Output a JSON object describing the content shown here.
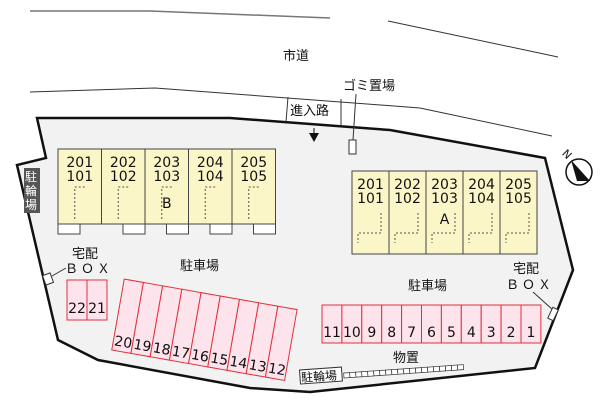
{
  "road_label": "市道",
  "entrance_label": "進入路",
  "garbage_label": "ゴミ置場",
  "compass_label": "N",
  "building_b": {
    "name": "B",
    "units": [
      [
        "201",
        "101"
      ],
      [
        "202",
        "102"
      ],
      [
        "203",
        "103"
      ],
      [
        "204",
        "104"
      ],
      [
        "205",
        "105"
      ]
    ]
  },
  "building_a": {
    "name": "A",
    "units": [
      [
        "201",
        "101"
      ],
      [
        "202",
        "102"
      ],
      [
        "203",
        "103"
      ],
      [
        "204",
        "104"
      ],
      [
        "205",
        "105"
      ]
    ]
  },
  "bicycle_left": [
    "駐",
    "輪",
    "場"
  ],
  "bicycle_bottom": "駐輪場",
  "delivery_box_left": {
    "line1": "宅配",
    "line2": "ＢＯＸ"
  },
  "delivery_box_right": {
    "line1": "宅配",
    "line2": "ＢＯＸ"
  },
  "parking_left_label": "駐車場",
  "parking_right_label": "駐車場",
  "storage_label": "物置",
  "parking_row_right": [
    "11",
    "10",
    "9",
    "8",
    "7",
    "6",
    "5",
    "4",
    "3",
    "2",
    "1"
  ],
  "parking_row_slanted": [
    "20",
    "19",
    "18",
    "17",
    "16",
    "15",
    "14",
    "13",
    "12"
  ],
  "parking_pair": [
    "22",
    "21"
  ],
  "colors": {
    "building": "#fbf6c7",
    "parking": "#fde4ec",
    "parking_stroke": "#e0303a",
    "lot": "#f2f2f2"
  }
}
